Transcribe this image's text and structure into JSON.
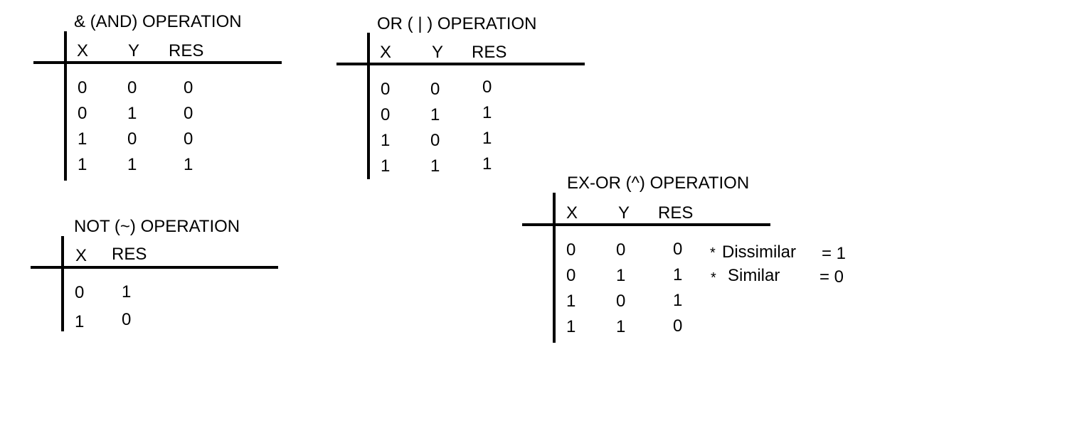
{
  "and": {
    "title": "& (AND) OPERATION",
    "headers": [
      "X",
      "Y",
      "RES"
    ],
    "rows": [
      [
        "0",
        "0",
        "0"
      ],
      [
        "0",
        "1",
        "0"
      ],
      [
        "1",
        "0",
        "0"
      ],
      [
        "1",
        "1",
        "1"
      ]
    ]
  },
  "or": {
    "title": "OR ( | )  OPERATION",
    "headers": [
      "X",
      "Y",
      "RES"
    ],
    "rows": [
      [
        "0",
        "0",
        "0"
      ],
      [
        "0",
        "1",
        "1"
      ],
      [
        "1",
        "0",
        "1"
      ],
      [
        "1",
        "1",
        "1"
      ]
    ]
  },
  "not": {
    "title": "NOT (~) OPERATION",
    "headers": [
      "X",
      "RES"
    ],
    "rows": [
      [
        "0",
        "1"
      ],
      [
        "1",
        "0"
      ]
    ]
  },
  "xor": {
    "title": "EX-OR (^) OPERATION",
    "headers": [
      "X",
      "Y",
      "RES"
    ],
    "rows": [
      [
        "0",
        "0",
        "0"
      ],
      [
        "0",
        "1",
        "1"
      ],
      [
        "1",
        "0",
        "1"
      ],
      [
        "1",
        "1",
        "0"
      ]
    ],
    "notes": [
      {
        "bullet": "*",
        "label": "Dissimilar",
        "value": "= 1"
      },
      {
        "bullet": "*",
        "label": "Similar",
        "value": "= 0"
      }
    ]
  }
}
